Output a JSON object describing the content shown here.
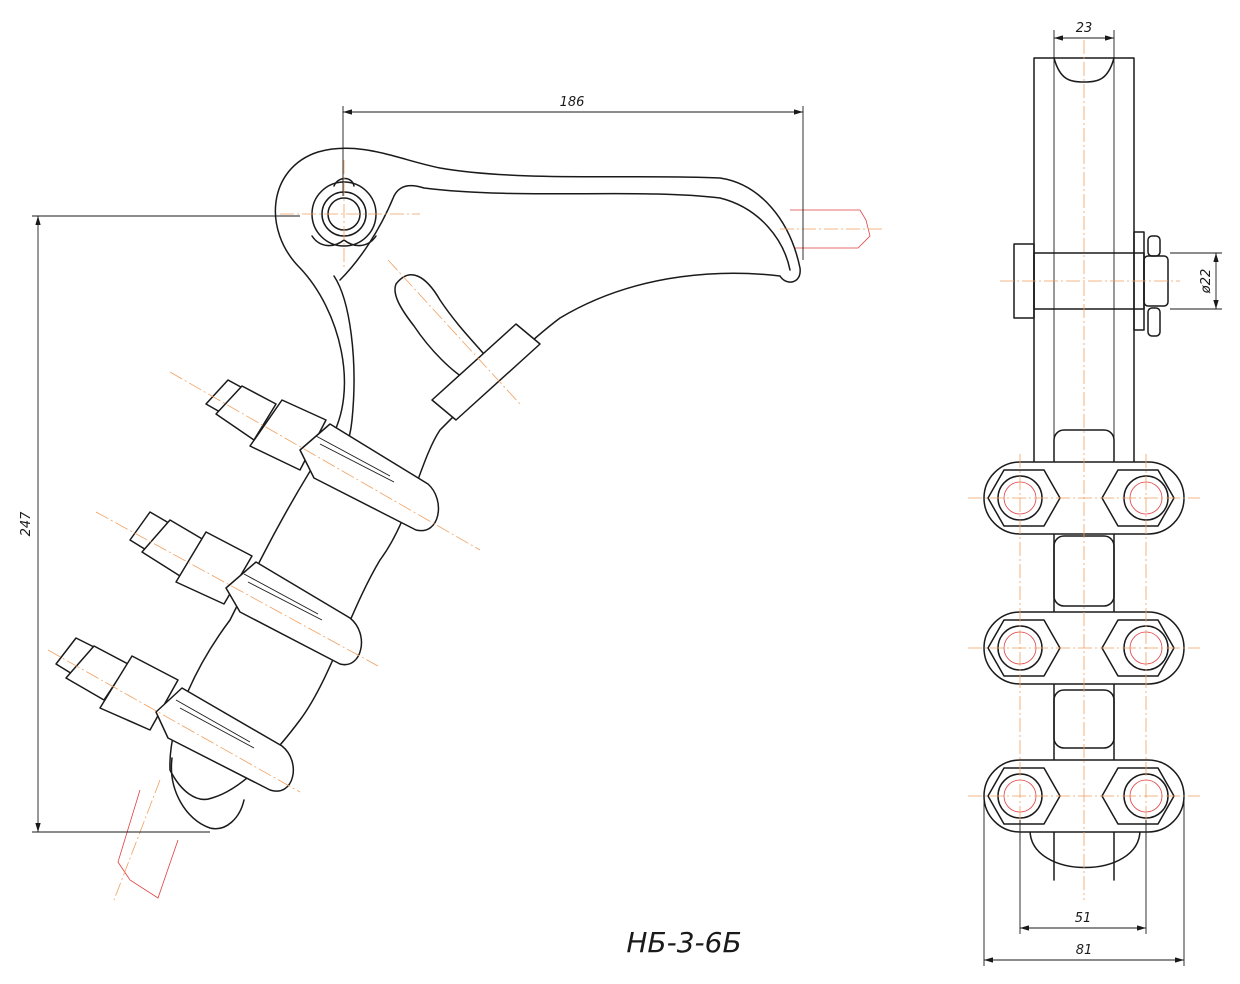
{
  "drawing": {
    "title": "НБ-3-6Б",
    "dimensions": {
      "width_top": "186",
      "height": "247",
      "thickness": "23",
      "pin_diameter": "ø22",
      "bolt_spacing": "51",
      "plate_width": "81"
    }
  }
}
